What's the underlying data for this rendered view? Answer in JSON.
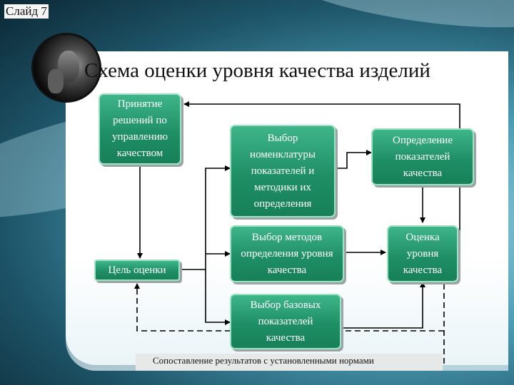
{
  "slide": {
    "number_label": "Слайд 7",
    "title": "Схема оценки уровня качества изделий"
  },
  "boxes": {
    "decision": "Принятие решений по управлению качеством",
    "goal": "Цель оценки",
    "nomenclature": "Выбор номенклатуры показателей и методики их определения",
    "methods": "Выбор методов определения уровня качества",
    "base": "Выбор базовых показателей качества",
    "indicators": "Определение показателей качества",
    "assessment": "Оценка уровня качества"
  },
  "note": "Сопоставление результатов с установленными нормами",
  "colors": {
    "box_fill": "#1f8f66",
    "box_border": "#9ee2c4",
    "box_text": "#ffffff",
    "line": "#000000"
  }
}
